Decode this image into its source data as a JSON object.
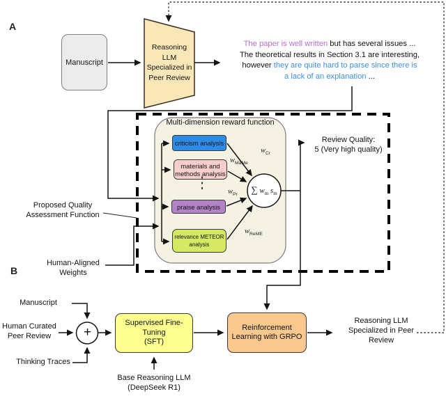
{
  "figure": {
    "panel_a_label": "A",
    "panel_b_label": "B"
  },
  "part_a": {
    "manuscript_label": "Manuscript",
    "reasoning_llm_label": "Reasoning\nLLM\nSpecialized in\nPeer Review",
    "review_text": {
      "line1_purple": "The paper is well written",
      "line1_black": " but has several issues ...",
      "line2_black": "The theoretical results in Section 3.1 are interesting,",
      "line3_black": "however ",
      "line3_blue": "they are quite hard to parse since there is",
      "line4_blue": "a lack of an explanation",
      "line4_black": " ..."
    }
  },
  "reward_function": {
    "title": "Multi-dimension reward function",
    "boxes": [
      {
        "label": "criticism analysis",
        "color": "#2e8ce6"
      },
      {
        "label": "materials and\nmethods analysis",
        "color": "#f8cecc"
      },
      {
        "label": "praise analysis",
        "color": "#b283c6"
      },
      {
        "label": "relevance METEOR\nanalysis",
        "color": "#d5e964"
      }
    ],
    "dots": "⋮",
    "weights": {
      "cr": {
        "base": "w",
        "sub": "Cr"
      },
      "mame": {
        "base": "w",
        "sub": "MaMe"
      },
      "pr": {
        "base": "w",
        "sub": "Pr"
      },
      "reme": {
        "base": "w",
        "sub": "ReME"
      }
    },
    "formula": {
      "sigma": "∑",
      "w": "w",
      "w_sub": "m",
      "s": "s",
      "s_sub": "m"
    },
    "output": "Review Quality:\n5 (Very high quality)"
  },
  "annotations": {
    "quality_function": "Proposed Quality\nAssessment Function",
    "human_weights": "Human-Aligned\nWeights"
  },
  "part_b": {
    "manuscript_label": "Manuscript",
    "human_review_label": "Human Curated\nPeer Review",
    "thinking_label": "Thinking Traces",
    "merge_plus": "+",
    "sft_label": "Supervised Fine-\nTuning\n(SFT)",
    "rl_label": "Reinforcement\nLearning with GRPO",
    "base_model_label": "Base Reasoning LLM\n(DeepSeek R1)",
    "output_label": "Reasoning LLM\nSpecialized in Peer\nReview"
  },
  "colors": {
    "trapezoid_fill": "#f9e7b7",
    "manuscript_fill": "#ececec",
    "container_fill": "#f5f2e4",
    "sft_fill": "#fdff8e",
    "rl_fill": "#f9c88f",
    "review_purple": "#b36fc9",
    "review_blue": "#3d8ce8"
  }
}
